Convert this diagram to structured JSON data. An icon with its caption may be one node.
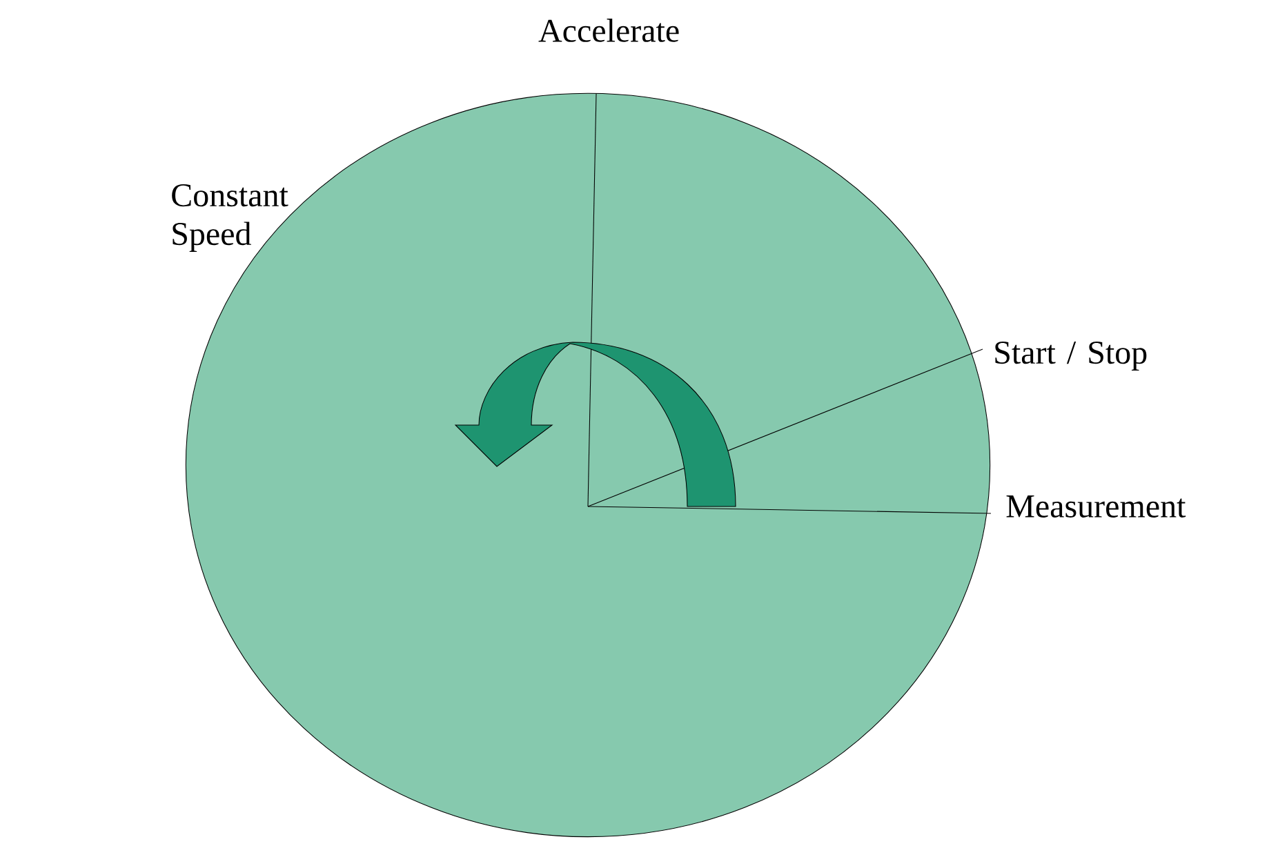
{
  "diagram": {
    "nodes": [
      {
        "text": [],
        "shape": "circle"
      }
    ],
    "labels": [
      "Accelerate",
      "Constant Speed",
      "Start / Stop",
      "Measurement"
    ]
  }
}
